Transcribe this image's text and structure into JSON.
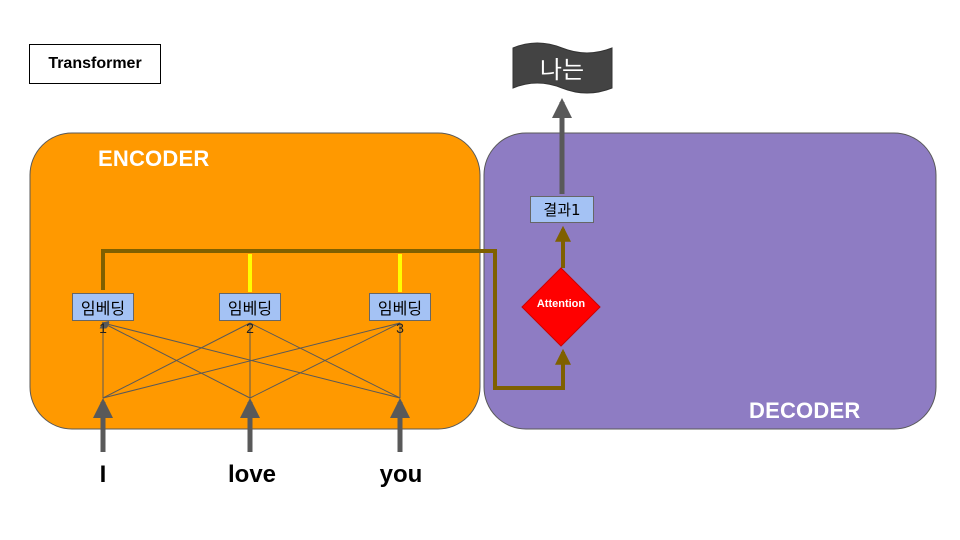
{
  "title": "Transformer",
  "encoder": {
    "label": "ENCODER",
    "embeddings": [
      {
        "label": "임베딩",
        "index": "1"
      },
      {
        "label": "임베딩",
        "index": "2"
      },
      {
        "label": "임베딩",
        "index": "3"
      }
    ]
  },
  "decoder": {
    "label": "DECODER",
    "attention_label": "Attention",
    "result_label": "결과1"
  },
  "inputs": [
    "I",
    "love",
    "you"
  ],
  "output": "나는",
  "colors": {
    "encoder_bg": "#ff9900",
    "decoder_bg": "#8e7cc3",
    "embedding_bg": "#a4c2f4",
    "attention": "#ff0000",
    "connector_brown": "#7f6000",
    "connector_yellow": "#ffff00",
    "output_flag": "#434343"
  }
}
